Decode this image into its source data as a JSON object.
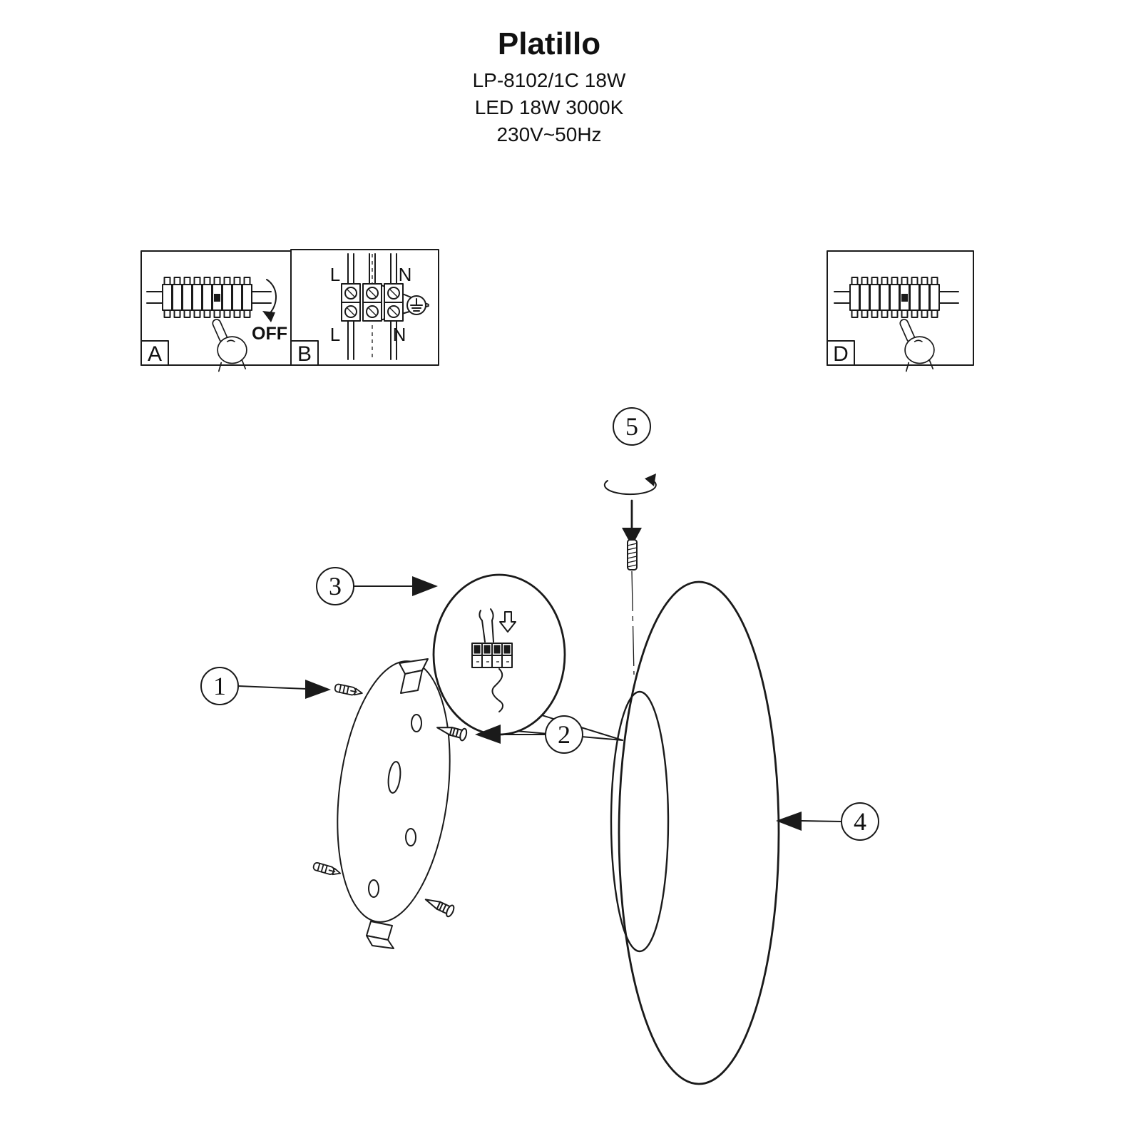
{
  "header": {
    "title": "Platillo",
    "model": "LP-8102/1C 18W",
    "led": "LED 18W 3000K",
    "voltage": "230V~50Hz"
  },
  "panel_a": {
    "label": "A",
    "off": "OFF"
  },
  "panel_b": {
    "label": "B",
    "l_top": "L",
    "n_top": "N",
    "l_bottom": "L",
    "n_bottom": "N"
  },
  "panel_d": {
    "label": "D"
  },
  "callouts": {
    "n1": "1",
    "n2": "2",
    "n3": "3",
    "n4": "4",
    "n5": "5"
  }
}
